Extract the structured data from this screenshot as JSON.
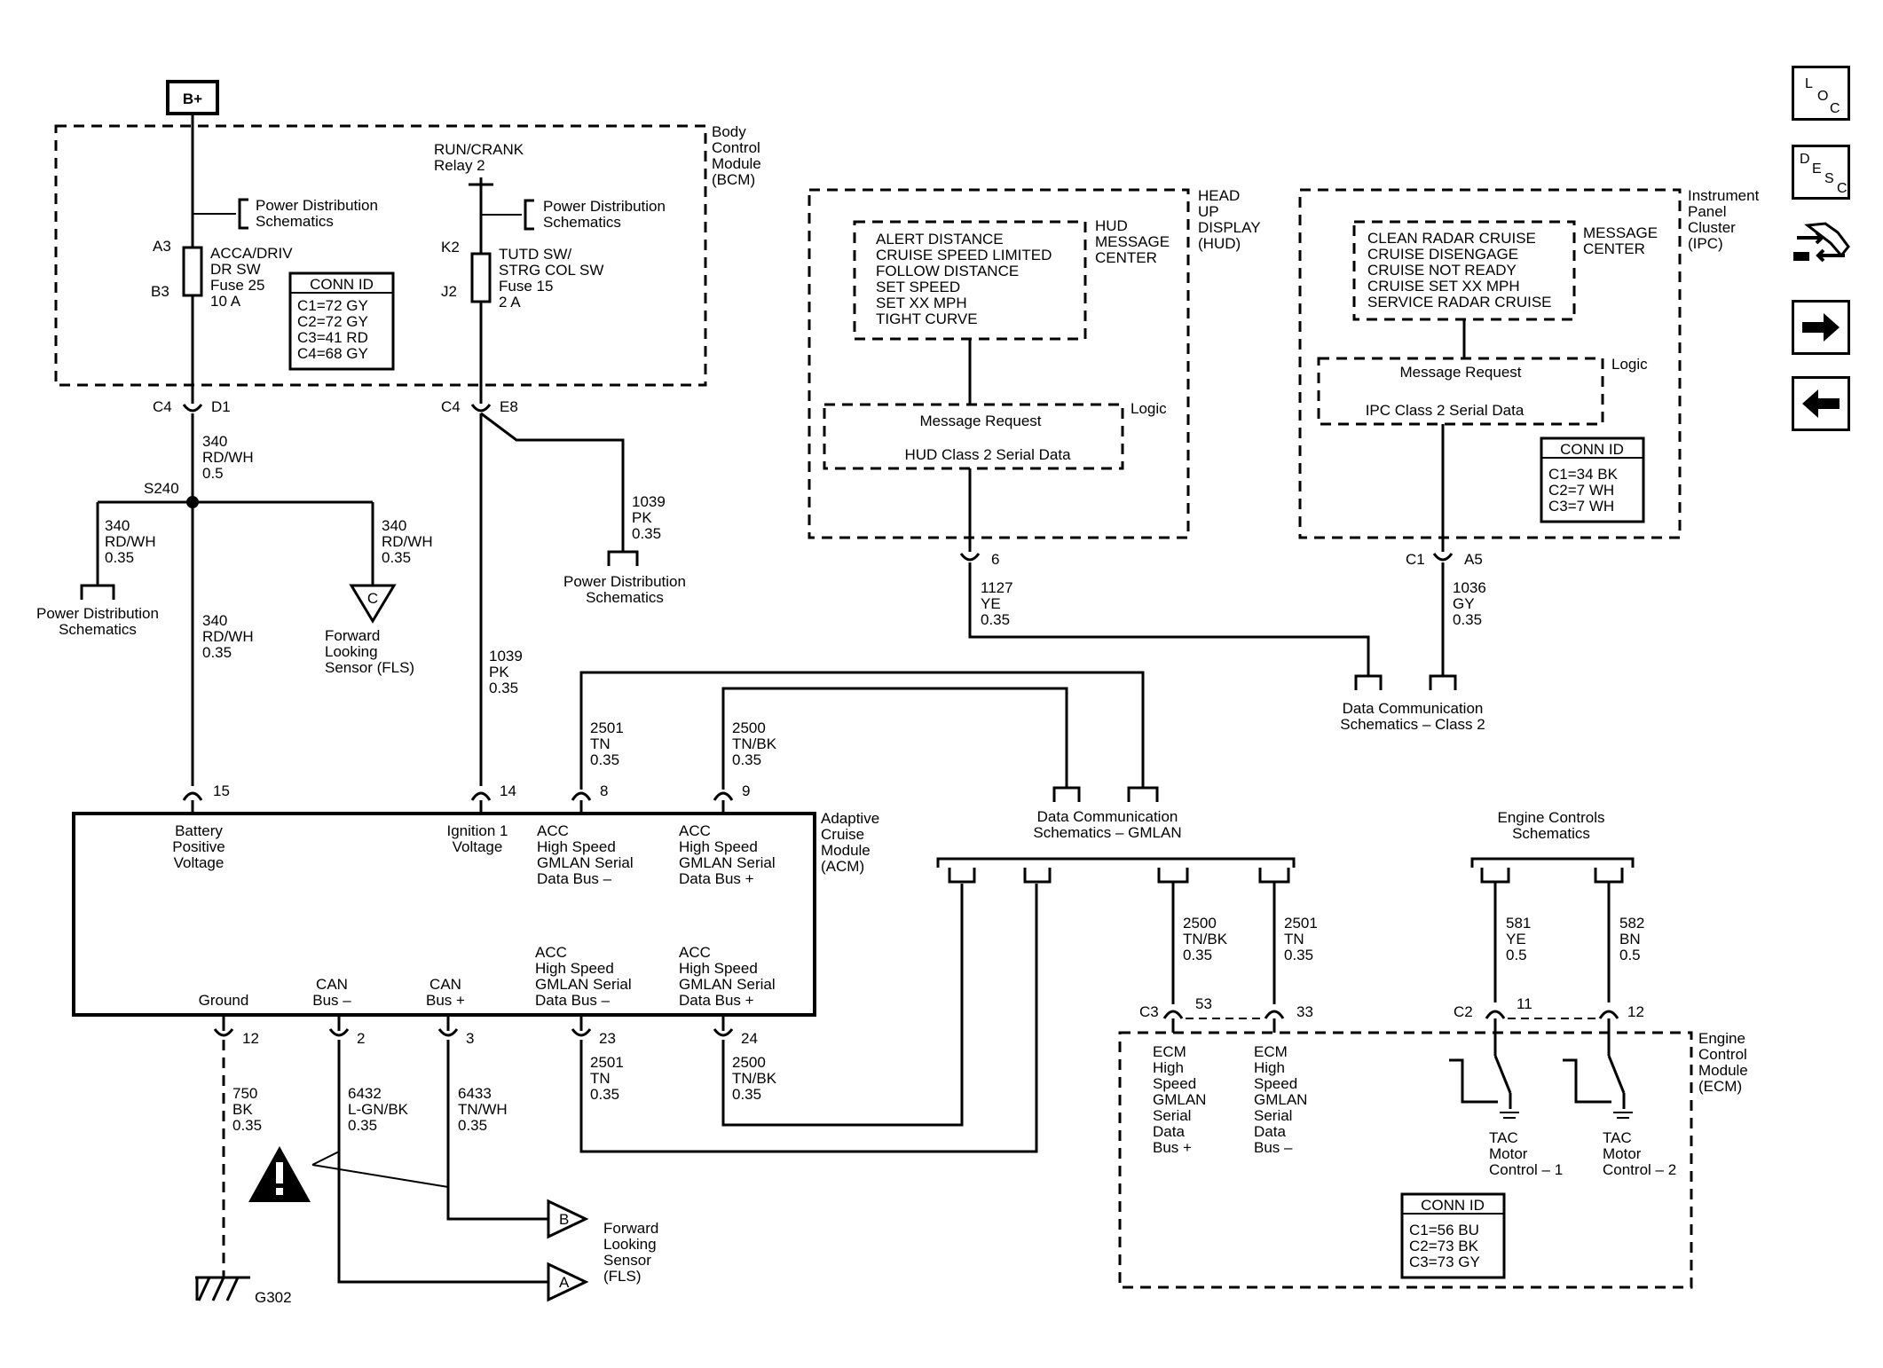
{
  "nav": {
    "loc": [
      "L",
      "O",
      "C"
    ],
    "desc": [
      "D",
      "E",
      "S",
      "C"
    ],
    "next": "➔",
    "back": "🡄"
  },
  "power": {
    "source": "B+"
  },
  "bcm": {
    "title": [
      "Body",
      "Control",
      "Module",
      "(BCM)"
    ],
    "relay": [
      "RUN/CRANK",
      "Relay 2"
    ],
    "pd1": [
      "Power Distribution",
      "Schematics"
    ],
    "pd2": [
      "Power Distribution",
      "Schematics"
    ],
    "fuse1": {
      "pin_top": "A3",
      "pin_bot": "B3",
      "lines": [
        "ACCA/DRIV",
        "DR SW",
        "Fuse 25",
        "10 A"
      ]
    },
    "fuse2": {
      "pin_top": "K2",
      "pin_bot": "J2",
      "lines": [
        "TUTD SW/",
        "STRG COL SW",
        "Fuse 15",
        "2 A"
      ]
    },
    "conn_id": {
      "title": "CONN ID",
      "rows": [
        "C1=72 GY",
        "C2=72 GY",
        "C3=41 RD",
        "C4=68 GY"
      ]
    },
    "c4d1": [
      "C4",
      "D1"
    ],
    "c4e8": [
      "C4",
      "E8"
    ]
  },
  "wires": {
    "w340a": [
      "340",
      "RD/WH",
      "0.5"
    ],
    "splice": "S240",
    "w340l": [
      "340",
      "RD/WH",
      "0.35"
    ],
    "w340r": [
      "340",
      "RD/WH",
      "0.35"
    ],
    "w340m": [
      "340",
      "RD/WH",
      "0.35"
    ],
    "w1039a": [
      "1039",
      "PK",
      "0.35"
    ],
    "w1039b": [
      "1039",
      "PK",
      "0.35"
    ],
    "pd_left": [
      "Power Distribution",
      "Schematics"
    ],
    "pd_mid": [
      "Power Distribution",
      "Schematics"
    ],
    "fls_c": {
      "letter": "C",
      "lines": [
        "Forward",
        "Looking",
        "Sensor (FLS)"
      ]
    },
    "w2501a": [
      "2501",
      "TN",
      "0.35"
    ],
    "w2500a": [
      "2500",
      "TN/BK",
      "0.35"
    ],
    "w750": [
      "750",
      "BK",
      "0.35"
    ],
    "w6432": [
      "6432",
      "L-GN/BK",
      "0.35"
    ],
    "w6433": [
      "6433",
      "TN/WH",
      "0.35"
    ],
    "w2501b": [
      "2501",
      "TN",
      "0.35"
    ],
    "w2500b": [
      "2500",
      "TN/BK",
      "0.35"
    ],
    "ground": "G302",
    "fls_b": "B",
    "fls_a": "A",
    "fls_lines": [
      "Forward",
      "Looking",
      "Sensor",
      "(FLS)"
    ]
  },
  "acm": {
    "title": [
      "Adaptive",
      "Cruise",
      "Module",
      "(ACM)"
    ],
    "pins_top": [
      "15",
      "14",
      "8",
      "9"
    ],
    "pins_bot": [
      "12",
      "2",
      "3",
      "23",
      "24"
    ],
    "battery": [
      "Battery",
      "Positive",
      "Voltage"
    ],
    "ignition": [
      "Ignition 1",
      "Voltage"
    ],
    "acc_lo_top": [
      "ACC",
      "High Speed",
      "GMLAN Serial",
      "Data Bus –"
    ],
    "acc_hi_top": [
      "ACC",
      "High Speed",
      "GMLAN Serial",
      "Data Bus +"
    ],
    "ground": "Ground",
    "can_lo": [
      "CAN",
      "Bus –"
    ],
    "can_hi": [
      "CAN",
      "Bus +"
    ],
    "acc_lo_bot": [
      "ACC",
      "High Speed",
      "GMLAN Serial",
      "Data Bus –"
    ],
    "acc_hi_bot": [
      "ACC",
      "High Speed",
      "GMLAN Serial",
      "Data Bus +"
    ]
  },
  "hud": {
    "title": [
      "HEAD",
      "UP",
      "DISPLAY",
      "(HUD)"
    ],
    "msg_center": [
      "HUD",
      "MESSAGE",
      "CENTER"
    ],
    "messages": [
      "ALERT DISTANCE",
      "CRUISE SPEED LIMITED",
      "FOLLOW DISTANCE",
      "SET SPEED",
      "SET XX MPH",
      "TIGHT CURVE"
    ],
    "logic": "Logic",
    "msg_request": "Message Request",
    "serial": "HUD Class 2 Serial Data",
    "pin": "6",
    "wire": [
      "1127",
      "YE",
      "0.35"
    ]
  },
  "ipc": {
    "title": [
      "Instrument",
      "Panel",
      "Cluster",
      "(IPC)"
    ],
    "msg_center": [
      "MESSAGE",
      "CENTER"
    ],
    "messages": [
      "CLEAN RADAR CRUISE",
      "CRUISE DISENGAGE",
      "CRUISE NOT READY",
      "CRUISE SET XX MPH",
      "SERVICE RADAR CRUISE"
    ],
    "logic": "Logic",
    "msg_request": "Message Request",
    "serial": "IPC Class 2 Serial Data",
    "conn_id": {
      "title": "CONN ID",
      "rows": [
        "C1=34 BK",
        "C2=7 WH",
        "C3=7 WH"
      ]
    },
    "pins": [
      "C1",
      "A5"
    ],
    "wire": [
      "1036",
      "GY",
      "0.35"
    ]
  },
  "dcs_class2": [
    "Data Communication",
    "Schematics – Class 2"
  ],
  "dcs_gmlan": [
    "Data Communication",
    "Schematics – GMLAN"
  ],
  "engine_controls": [
    "Engine Controls",
    "Schematics"
  ],
  "ecm": {
    "title": [
      "Engine",
      "Control",
      "Module",
      "(ECM)"
    ],
    "w2500": [
      "2500",
      "TN/BK",
      "0.35"
    ],
    "w2501": [
      "2501",
      "TN",
      "0.35"
    ],
    "pins_left": [
      "C3",
      "53",
      "33"
    ],
    "pins_right": [
      "C2",
      "11",
      "12"
    ],
    "w581": [
      "581",
      "YE",
      "0.5"
    ],
    "w582": [
      "582",
      "BN",
      "0.5"
    ],
    "bus_plus": [
      "ECM",
      "High",
      "Speed",
      "GMLAN",
      "Serial",
      "Data",
      "Bus +"
    ],
    "bus_minus": [
      "ECM",
      "High",
      "Speed",
      "GMLAN",
      "Serial",
      "Data",
      "Bus –"
    ],
    "tac1": [
      "TAC",
      "Motor",
      "Control – 1"
    ],
    "tac2": [
      "TAC",
      "Motor",
      "Control – 2"
    ],
    "conn_id": {
      "title": "CONN ID",
      "rows": [
        "C1=56 BU",
        "C2=73 BK",
        "C3=73 GY"
      ]
    }
  }
}
